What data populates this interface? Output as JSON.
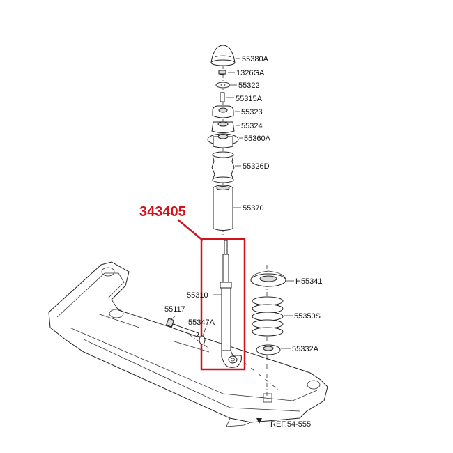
{
  "callout": {
    "part_number": "343405",
    "color": "#d0141b"
  },
  "parts": {
    "p55380A": "55380A",
    "p1326GA": "1326GA",
    "p55322": "55322",
    "p55315A": "55315A",
    "p55323": "55323",
    "p55324": "55324",
    "p55360A": "55360A",
    "p55326D": "55326D",
    "p55370": "55370",
    "p55310": "55310",
    "p55117": "55117",
    "p55347A": "55347A",
    "pH55341": "H55341",
    "p55350S": "55350S",
    "p55332A": "55332A"
  },
  "ref_label": "REF.54-555"
}
